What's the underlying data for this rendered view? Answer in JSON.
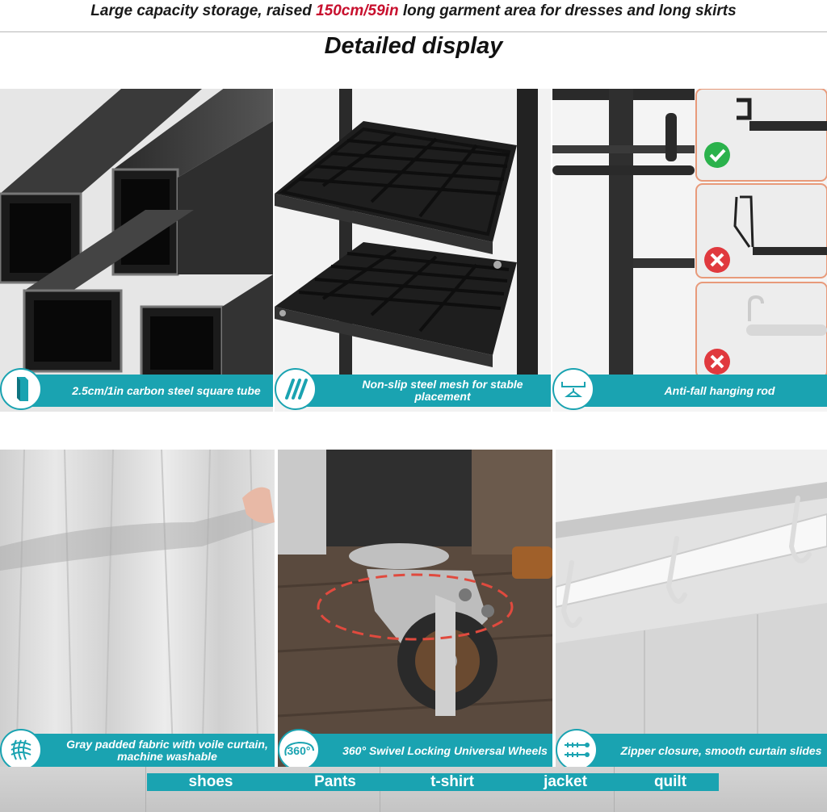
{
  "header": {
    "line_prefix": "Large capacity storage, raised ",
    "line_highlight": "150cm/59in",
    "line_suffix": " long garment area for dresses and long skirts",
    "subtitle": "Detailed display",
    "highlight_color": "#c8102e"
  },
  "panels": [
    {
      "caption": "2.5cm/1in carbon steel square tube",
      "icon": "square-tube-icon"
    },
    {
      "caption": "Non-slip steel mesh for stable placement",
      "icon": "slash-lines-icon"
    },
    {
      "caption": "Anti-fall hanging rod",
      "icon": "hanging-rod-icon"
    },
    {
      "caption": "Gray padded fabric with voile curtain, machine washable",
      "icon": "woven-fabric-icon"
    },
    {
      "caption": "360° Swivel Locking Universal Wheels",
      "icon": "rotate-360-icon",
      "badge_text": "360°"
    },
    {
      "caption": "Zipper closure, smooth curtain slides",
      "icon": "zipper-icon"
    }
  ],
  "categories": [
    "shoes",
    "Pants",
    "t-shirt",
    "jacket",
    "quilt"
  ],
  "colors": {
    "accent": "#1aa3b1",
    "ok": "#2bb24c",
    "bad": "#e0393e"
  }
}
